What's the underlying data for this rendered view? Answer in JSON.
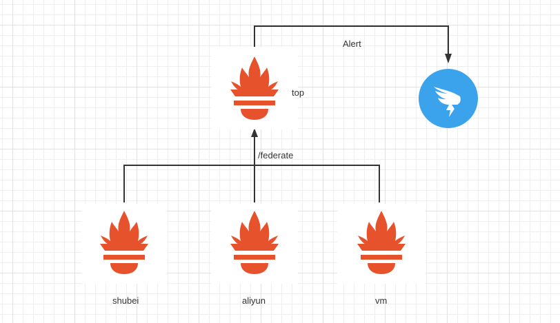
{
  "diagram": {
    "title": "Prometheus federation with alerting",
    "colors": {
      "prometheus": "#e6522c",
      "dingtalk": "#3ba3ec",
      "connector": "#333333",
      "label": "#333333",
      "grid_major": "#e2e2e2",
      "grid_minor": "#efefef"
    },
    "nodes": {
      "top": {
        "label": "top",
        "icon": "prometheus-icon"
      },
      "dingtalk": {
        "label": "",
        "icon": "dingtalk-icon"
      },
      "shubei": {
        "label": "shubei",
        "icon": "prometheus-icon"
      },
      "aliyun": {
        "label": "aliyun",
        "icon": "prometheus-icon"
      },
      "vm": {
        "label": "vm",
        "icon": "prometheus-icon"
      }
    },
    "edges": [
      {
        "from": "top",
        "to": "dingtalk",
        "label": "Alert"
      },
      {
        "from": "shubei",
        "to": "top",
        "label": "/federate"
      },
      {
        "from": "aliyun",
        "to": "top",
        "label": "/federate"
      },
      {
        "from": "vm",
        "to": "top",
        "label": "/federate"
      }
    ],
    "edge_labels": {
      "alert": "Alert",
      "federate": "/federate"
    }
  }
}
